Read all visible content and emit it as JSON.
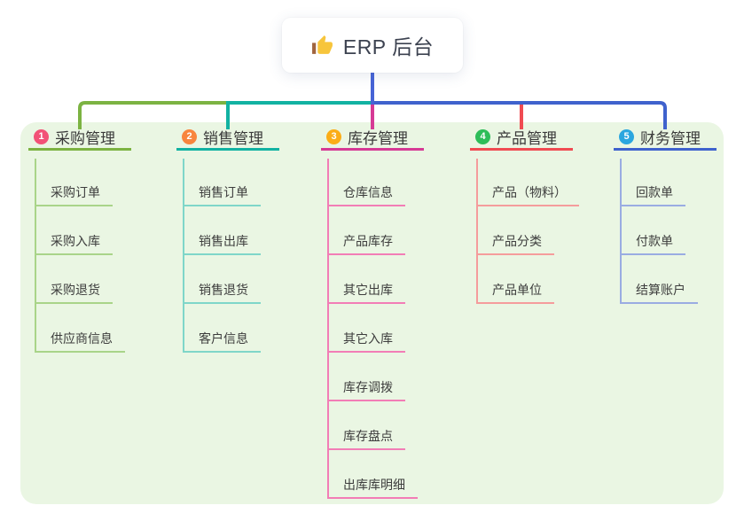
{
  "root": {
    "title": "ERP 后台",
    "icon": "thumbs-up"
  },
  "panel": {
    "background": "#EAF6E3"
  },
  "connector": {
    "stem_color": "#4764D6"
  },
  "branches": [
    {
      "number": "1",
      "label": "采购管理",
      "color": "#7CB342",
      "light_color": "#A9D489",
      "badge_color": "#F25277",
      "children": [
        "采购订单",
        "采购入库",
        "采购退货",
        "供应商信息"
      ]
    },
    {
      "number": "2",
      "label": "销售管理",
      "color": "#12B2A2",
      "light_color": "#7FD6C9",
      "badge_color": "#F8853D",
      "children": [
        "销售订单",
        "销售出库",
        "销售退货",
        "客户信息"
      ]
    },
    {
      "number": "3",
      "label": "库存管理",
      "color": "#D63A95",
      "light_color": "#F27DB6",
      "badge_color": "#FBAD17",
      "children": [
        "仓库信息",
        "产品库存",
        "其它出库",
        "其它入库",
        "库存调拨",
        "库存盘点",
        "出库库明细"
      ]
    },
    {
      "number": "4",
      "label": "产品管理",
      "color": "#F04B52",
      "light_color": "#F59C9C",
      "badge_color": "#2EBD59",
      "children": [
        "产品（物料）",
        "产品分类",
        "产品单位"
      ]
    },
    {
      "number": "5",
      "label": "财务管理",
      "color": "#3F62CD",
      "light_color": "#9AACE2",
      "badge_color": "#2BA6DF",
      "children": [
        "回款单",
        "付款单",
        "结算账户"
      ]
    }
  ]
}
